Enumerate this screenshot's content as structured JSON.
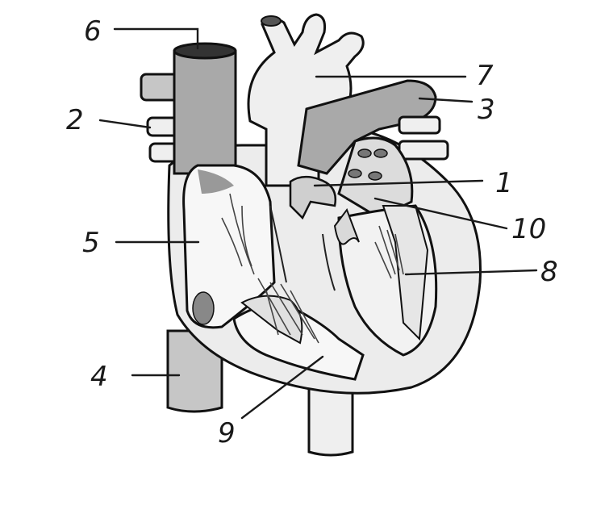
{
  "labels": [
    {
      "id": "1",
      "text": "1"
    },
    {
      "id": "2",
      "text": "2"
    },
    {
      "id": "3",
      "text": "3"
    },
    {
      "id": "4",
      "text": "4"
    },
    {
      "id": "5",
      "text": "5"
    },
    {
      "id": "6",
      "text": "6"
    },
    {
      "id": "7",
      "text": "7"
    },
    {
      "id": "8",
      "text": "8"
    },
    {
      "id": "9",
      "text": "9"
    },
    {
      "id": "10",
      "text": "10"
    }
  ],
  "colors": {
    "ink": "#111111",
    "dark_vessel": "#a9a9a9",
    "mid_vessel": "#c6c6c6",
    "light_fill": "#efefef"
  }
}
